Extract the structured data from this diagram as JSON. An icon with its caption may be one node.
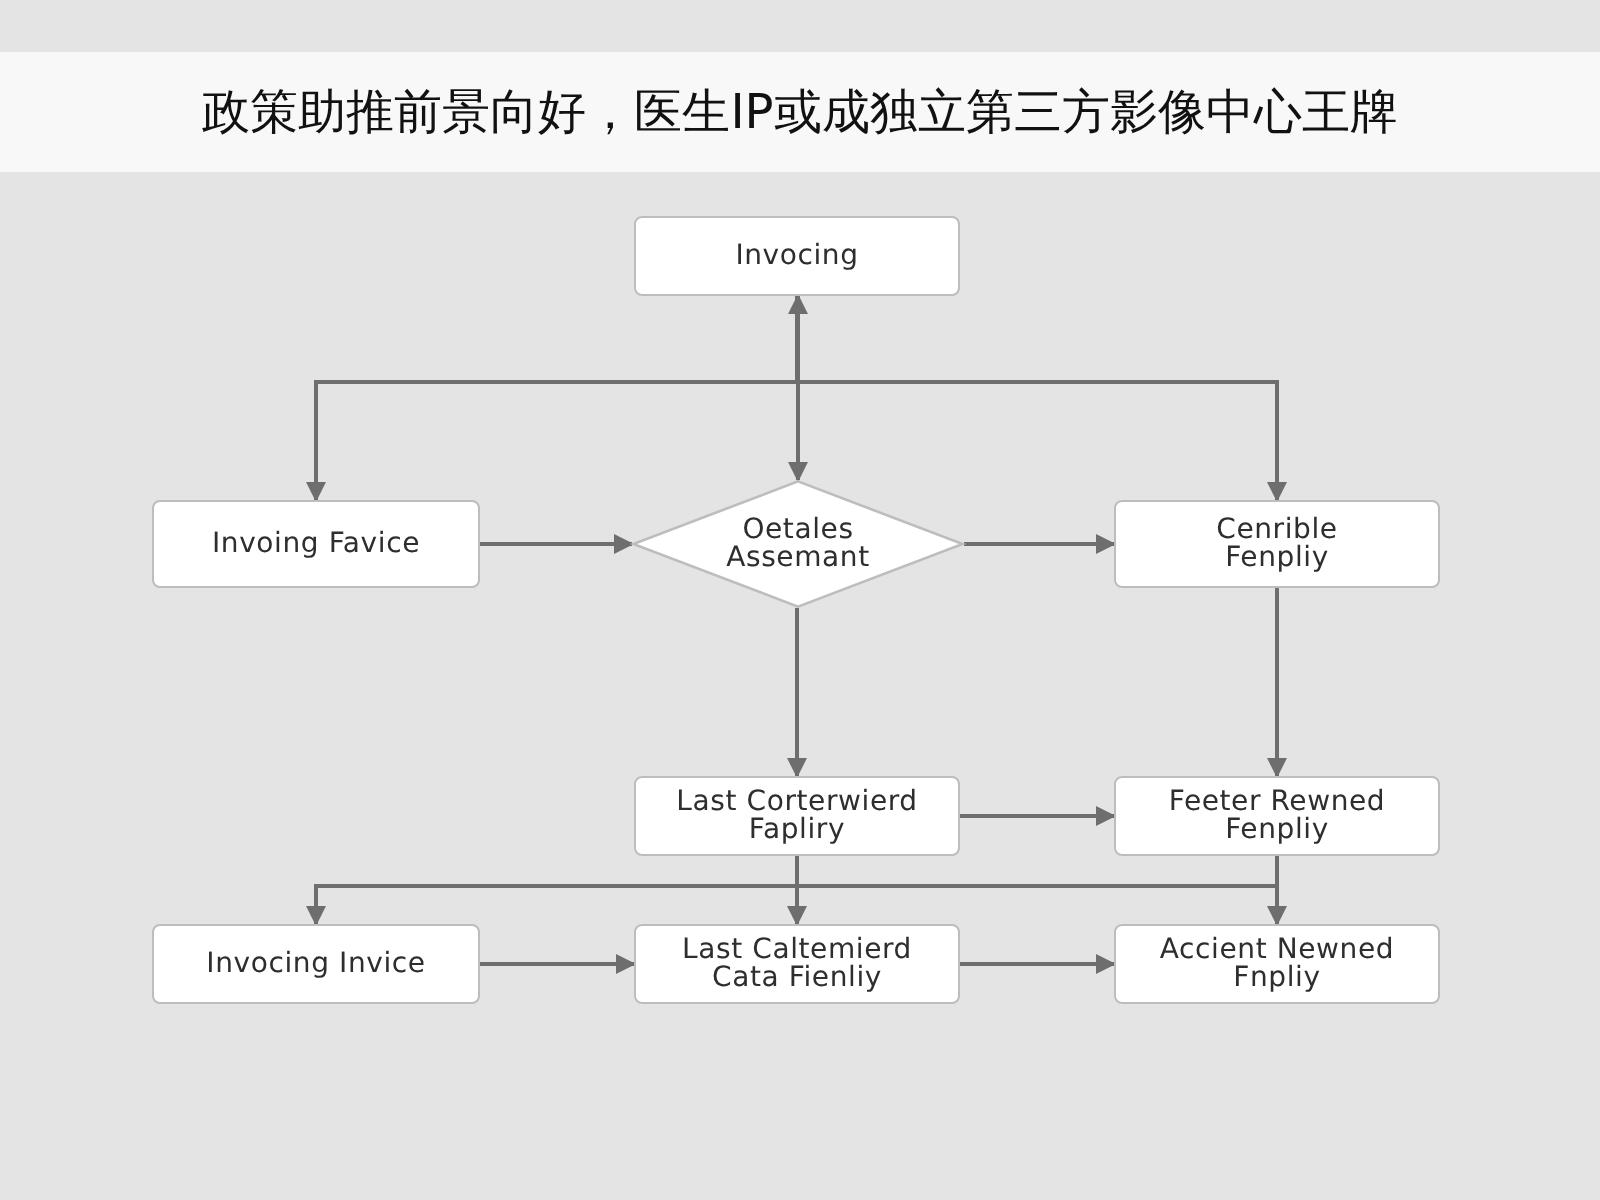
{
  "diagram": {
    "title": "政策助推前景向好，医生IP或成独立第三方影像中心王牌",
    "nodes": [
      {
        "text": [
          "Invocing"
        ]
      },
      {
        "text": [
          "Invoing Favice"
        ]
      },
      {
        "text": [
          "Oetales Assemant"
        ]
      },
      {
        "text": [
          "Cenrible Fenpliy"
        ]
      },
      {
        "text": [
          "Last Corterwierd Fapliry"
        ]
      },
      {
        "text": [
          "Feeter Rewned Fenpliy"
        ]
      },
      {
        "text": [
          "Invocing Invice"
        ]
      },
      {
        "text": [
          "Last Caltemierd Cata Fienliy"
        ]
      },
      {
        "text": [
          "Accient Newned Fnpliy"
        ]
      }
    ],
    "edges": [
      {
        "from": 0,
        "to": 2,
        "arrow": "both"
      },
      {
        "from": 0,
        "to": 1,
        "arrow": "to"
      },
      {
        "from": 0,
        "to": 3,
        "arrow": "to"
      },
      {
        "from": 1,
        "to": 2,
        "arrow": "to"
      },
      {
        "from": 2,
        "to": 3,
        "arrow": "to"
      },
      {
        "from": 2,
        "to": 4,
        "arrow": "to"
      },
      {
        "from": 3,
        "to": 5,
        "arrow": "to"
      },
      {
        "from": 4,
        "to": 5,
        "arrow": "to"
      },
      {
        "from": 4,
        "to": 7,
        "arrow": "to"
      },
      {
        "from": 5,
        "to": 8,
        "arrow": "to"
      },
      {
        "from": 5,
        "to": 6,
        "arrow": "to"
      },
      {
        "from": 6,
        "to": 7,
        "arrow": "to"
      },
      {
        "from": 7,
        "to": 8,
        "arrow": "to"
      }
    ]
  }
}
